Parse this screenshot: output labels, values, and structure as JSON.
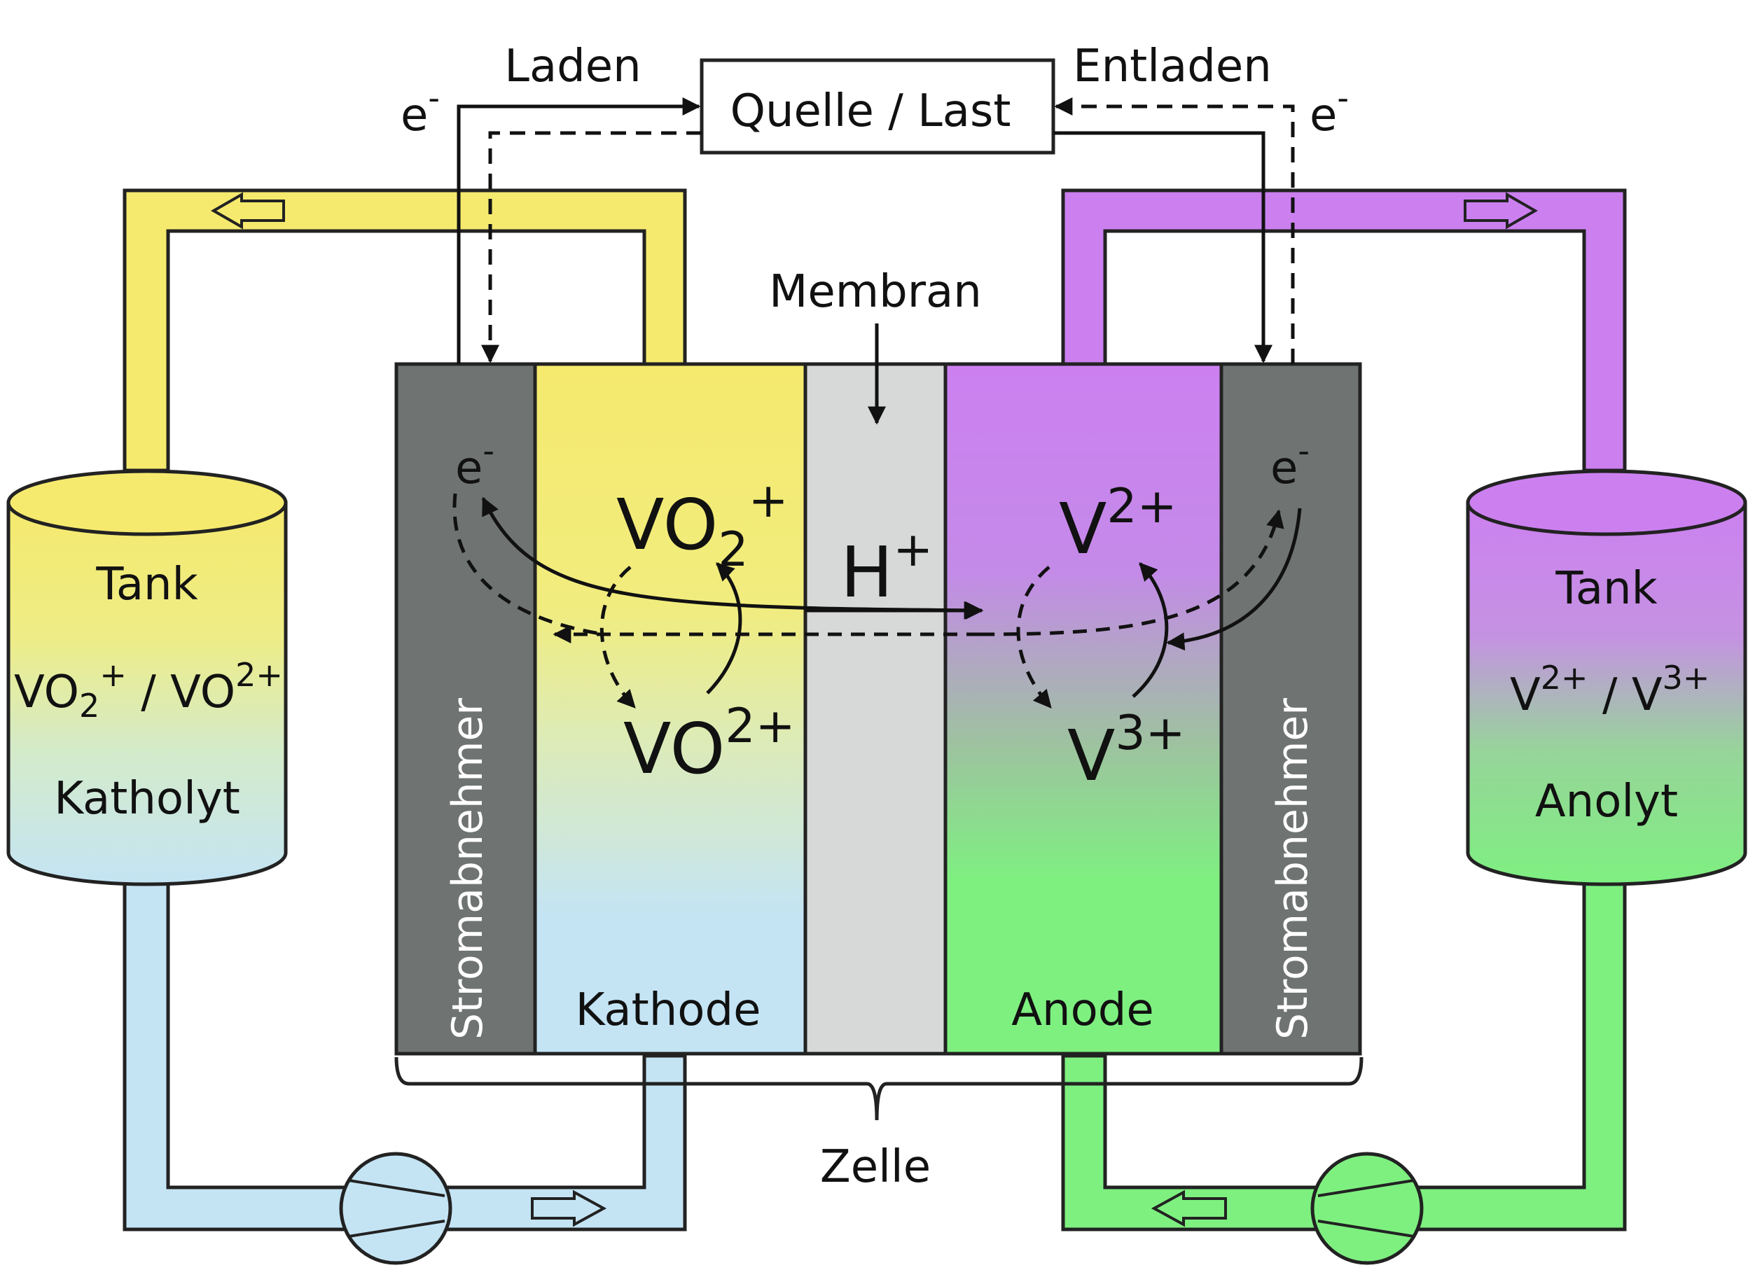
{
  "labels": {
    "laden": "Laden",
    "entladen": "Entladen",
    "quelle_last": "Quelle / Last",
    "membran": "Membran",
    "zelle": "Zelle",
    "kathode": "Kathode",
    "anode": "Anode",
    "stromabnehmer_left": "Stromabnehmer",
    "stromabnehmer_right": "Stromabnehmer",
    "tank_left_title": "Tank",
    "tank_left_name": "Katholyt",
    "tank_right_title": "Tank",
    "tank_right_name": "Anolyt",
    "e_minus": "e",
    "minus_sup": "-"
  },
  "species": {
    "vo2_base": "VO",
    "vo2_sub": "2",
    "vo2_sup": "+",
    "vo_base": "VO",
    "vo_sup": "2+",
    "h_base": "H",
    "h_sup": "+",
    "v2_base": "V",
    "v2_sup": "2+",
    "v3_base": "V",
    "v3_sup": "3+",
    "tank_left_formula": {
      "a_base": "VO",
      "a_sub": "2",
      "a_sup": "+",
      "sep": " / ",
      "b_base": "VO",
      "b_sup": "2+"
    },
    "tank_right_formula": {
      "a_base": "V",
      "a_sup": "2+",
      "sep": " / ",
      "b_base": "V",
      "b_sup": "3+"
    }
  },
  "colors": {
    "catholyte_yellow": "#f5ea6e",
    "catholyte_blue": "#c4e4f4",
    "anolyte_purple": "#cc80f0",
    "anolyte_green": "#7ef080",
    "collector_gray": "#6f7472",
    "membrane_gray": "#d7d9d8",
    "outline": "#222222"
  }
}
